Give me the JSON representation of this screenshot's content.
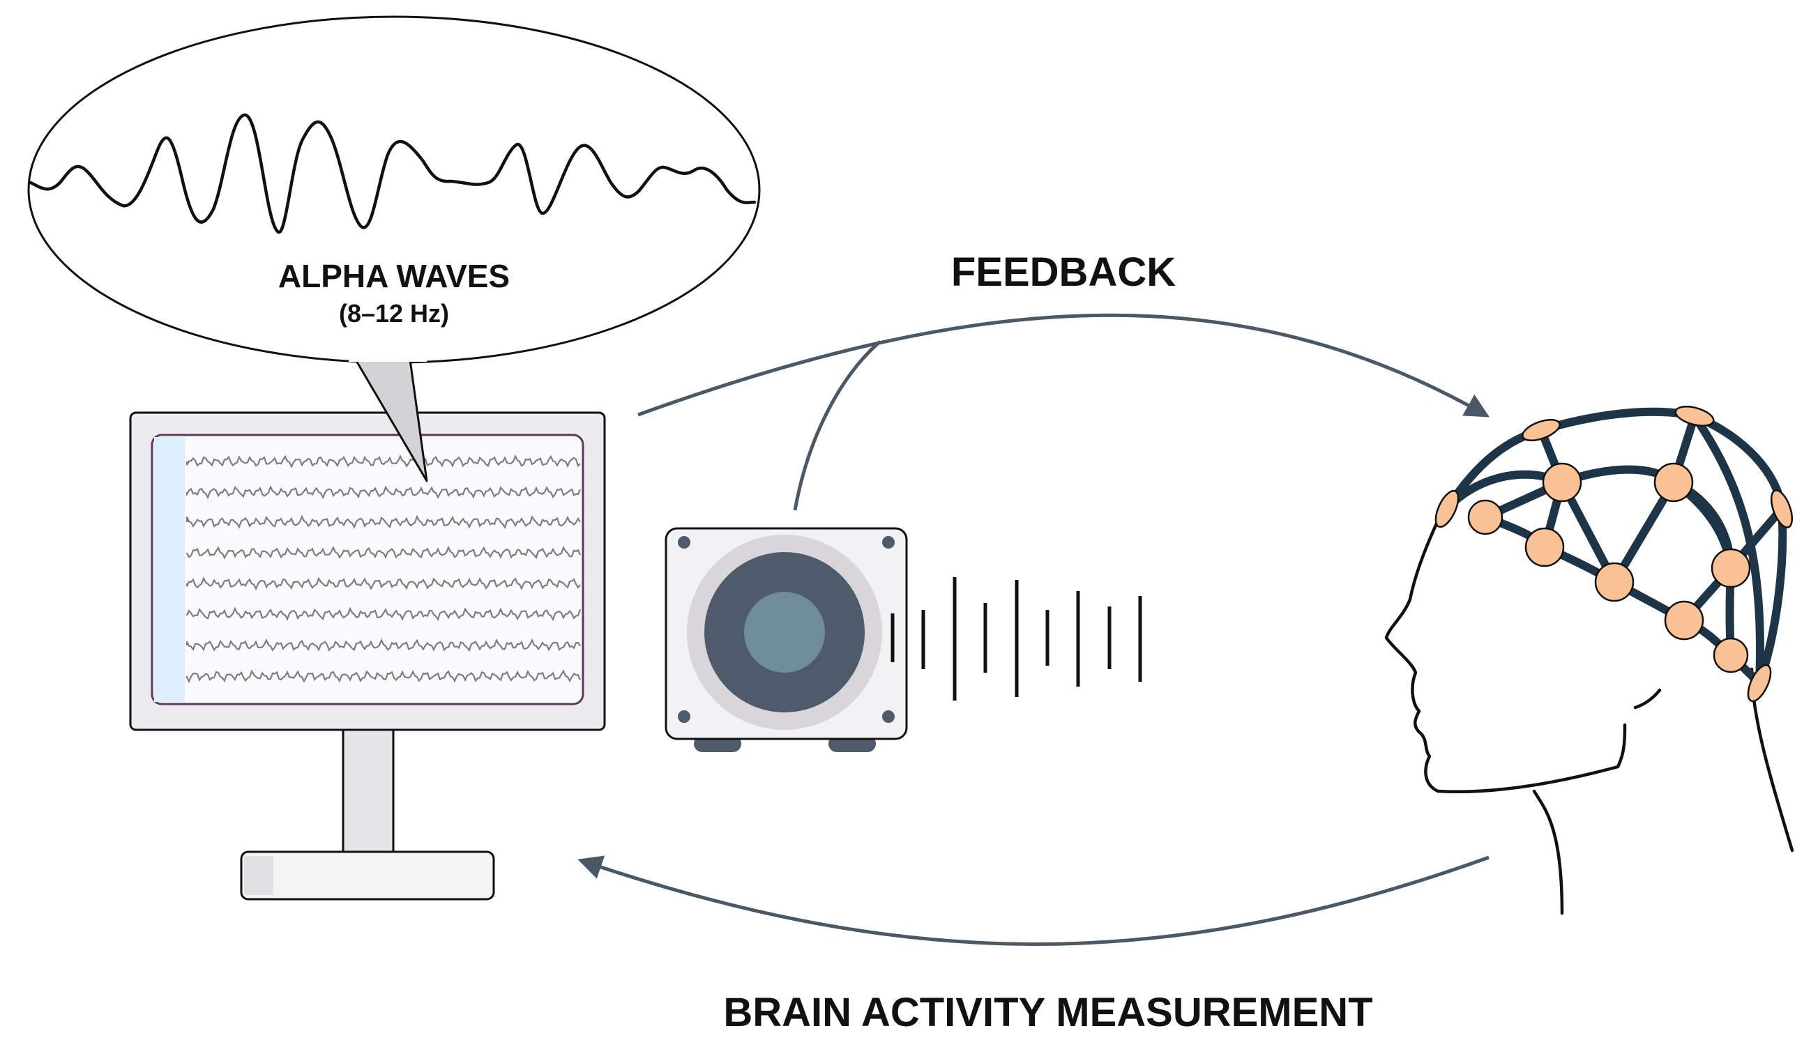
{
  "labels": {
    "alpha_title": "ALPHA WAVES",
    "alpha_range": "(8–12 Hz)",
    "feedback": "FEEDBACK",
    "measurement": "BRAIN ACTIVITY MEASUREMENT"
  },
  "colors": {
    "arrow": "#4b5866",
    "electrode": "#f9c295",
    "cap": "#1d3547",
    "speaker_cone": "#4e5b6a",
    "speaker_center": "#6f8c99",
    "screen_accent": "#ddeeff"
  },
  "icons": [
    "monitor-icon",
    "speaker-icon",
    "sound-wave-icon",
    "head-eeg-cap-icon",
    "speech-bubble-icon"
  ]
}
